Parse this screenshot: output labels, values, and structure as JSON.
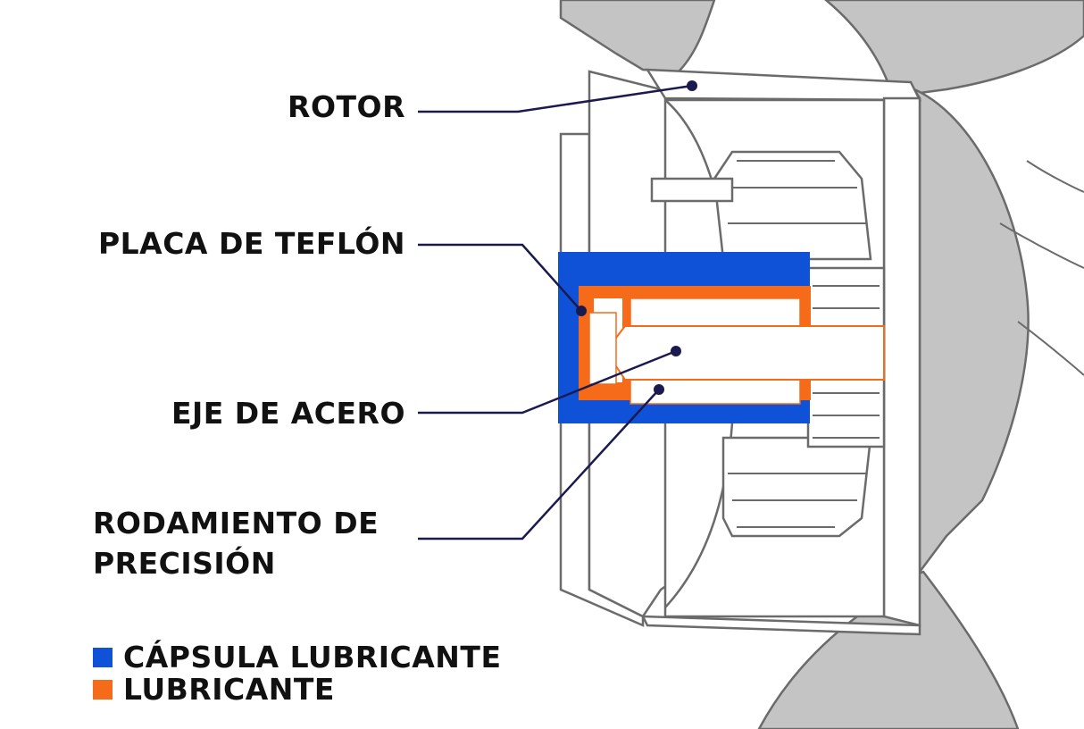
{
  "colors": {
    "capsule": "#0f52d8",
    "lubricant": "#f56b1a",
    "outline": "#6b6b6b",
    "blade": "#c4c4c4",
    "leader": "#1a1a4e"
  },
  "labels": {
    "rotor": "ROTOR",
    "teflon": "PLACA DE TEFLÓN",
    "shaft": "EJE DE ACERO",
    "bearing_line1": "RODAMIENTO DE",
    "bearing_line2": "PRECISIÓN"
  },
  "legend": [
    {
      "label": "CÁPSULA LUBRICANTE",
      "color": "#0f52d8"
    },
    {
      "label": "LUBRICANTE",
      "color": "#f56b1a"
    }
  ]
}
